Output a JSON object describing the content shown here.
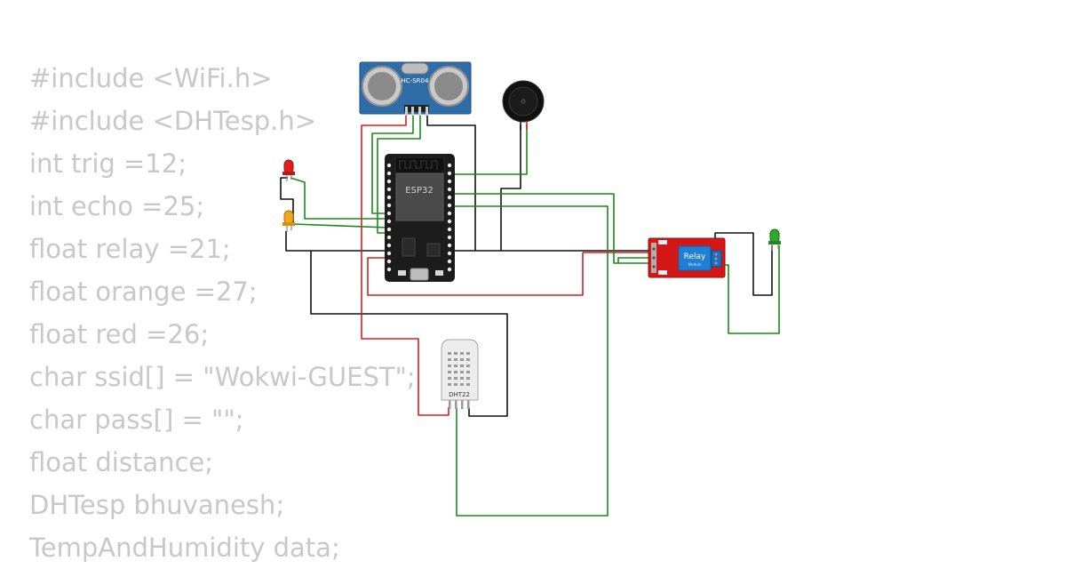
{
  "code_lines": [
    "#include <WiFi.h>",
    "#include <DHTesp.h>",
    "int trig =12;",
    "int echo =25;",
    "float relay =21;",
    "float orange =27;",
    "float red =26;",
    "char ssid[] = \"Wokwi-GUEST\";",
    "char pass[] = \"\";",
    "float distance;",
    "DHTesp bhuvanesh;",
    "TempAndHumidity data;"
  ],
  "components": {
    "ultrasonic": {
      "label": "HC-SR04"
    },
    "mcu": {
      "label": "ESP32"
    },
    "temp_sensor": {
      "label": "DHT22"
    },
    "relay": {
      "label": "Relay",
      "sub_label": "Module"
    }
  },
  "colors": {
    "code_text": "#c8c8c8",
    "wire_black": "#111111",
    "wire_red": "#d42020",
    "wire_green": "#1a8a1a",
    "esp32_board": "#1c1c1c",
    "sensor_board": "#2f6da8",
    "relay_board": "#d41616",
    "relay_cube": "#1e7fd6"
  }
}
